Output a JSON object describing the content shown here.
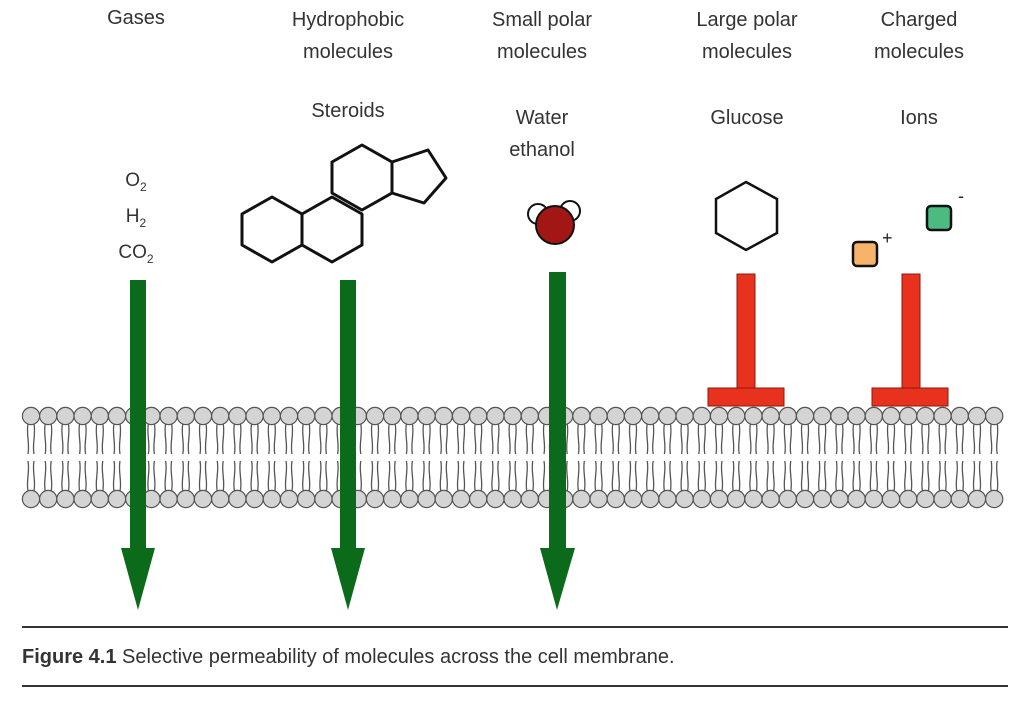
{
  "categories": [
    {
      "id": "gases",
      "label_lines": [
        "Gases"
      ],
      "example": "",
      "passes": true
    },
    {
      "id": "hydrophobic",
      "label_lines": [
        "Hydrophobic",
        "molecules"
      ],
      "example": "Steroids",
      "passes": true
    },
    {
      "id": "small-polar",
      "label_lines": [
        "Small polar",
        "molecules"
      ],
      "example_lines": [
        "Water",
        "ethanol"
      ],
      "passes": true
    },
    {
      "id": "large-polar",
      "label_lines": [
        "Large polar",
        "molecules"
      ],
      "example": "Glucose",
      "passes": false
    },
    {
      "id": "charged",
      "label_lines": [
        "Charged",
        "molecules"
      ],
      "example": "Ions",
      "passes": false
    }
  ],
  "gases": [
    {
      "base": "O",
      "sub": "2"
    },
    {
      "base": "H",
      "sub": "2"
    },
    {
      "base": "CO",
      "sub": "2"
    }
  ],
  "ions": {
    "positive_sign": "+",
    "negative_sign": "-",
    "positive_color": "#f7b36b",
    "negative_color": "#4cbb7f"
  },
  "colors": {
    "pass_arrow": "#0c6b1a",
    "block_symbol": "#e8321e",
    "water_oxygen": "#a31616",
    "lipid_head": "#d4d4d4"
  },
  "caption": {
    "figure_number": "Figure 4.1",
    "text": " Selective permeability of molecules across the cell membrane."
  }
}
